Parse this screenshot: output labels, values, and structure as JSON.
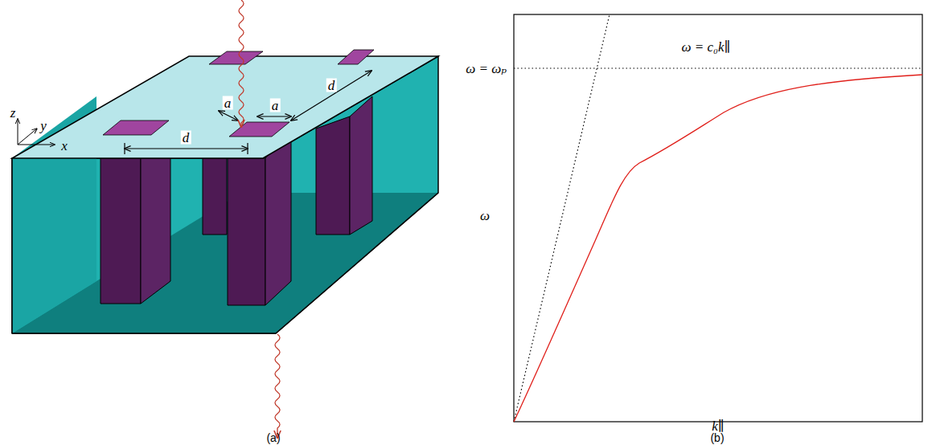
{
  "diagram": {
    "labels": [
      "z",
      "y",
      "x",
      "d",
      "a",
      "a",
      "d",
      "(a)",
      "ω = ωₚ",
      "ω = c₀k∥",
      "ω",
      "k∥",
      "(b)"
    ]
  }
}
